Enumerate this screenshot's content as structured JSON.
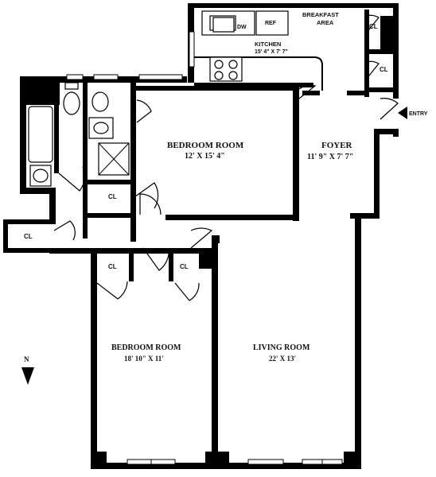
{
  "plan": {
    "rooms": {
      "kitchen": {
        "name": "KITCHEN",
        "dims": "15' 4\" X 7' 7\""
      },
      "breakfast": {
        "line1": "BREAKFAST",
        "line2": "AREA"
      },
      "bedroom1": {
        "name": "BEDROOM ROOM",
        "dims": "12'  X 15' 4\""
      },
      "foyer": {
        "name": "FOYER",
        "dims": "11' 9\" X 7' 7\""
      },
      "bedroom2": {
        "name": "BEDROOM ROOM",
        "dims": "18' 10\" X 11'"
      },
      "living": {
        "name": "LIVING ROOM",
        "dims": "22' X 13'"
      }
    },
    "closet_label": "CL",
    "dishwasher_label": "DW",
    "refrigerator_label": "REF",
    "entry_label": "ENTRY",
    "north_label": "N"
  }
}
